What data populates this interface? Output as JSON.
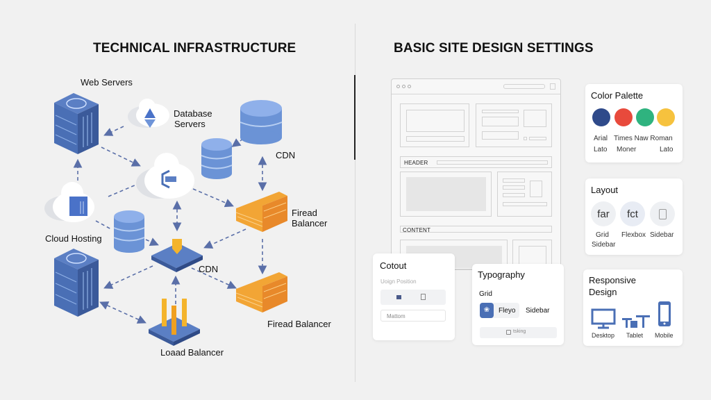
{
  "left": {
    "title": "TECHNICAL INFRASTRUCTURE",
    "nodes": {
      "web_servers": "Web Servers",
      "database_servers_1": "Database",
      "database_servers_2": "Servers",
      "cdn_top": "CDN",
      "cloud_hosting": "Cloud Hosting",
      "firewall_1_line1": "Firead",
      "firewall_1_line2": "Balancer",
      "cdn_center": "CDN",
      "firewall_2": "Firead Balancer",
      "load_balancer": "Loaad Balancer"
    },
    "colors": {
      "server_blue": "#4a6fb5",
      "db_blue": "#6b93d6",
      "firewall_orange": "#f0a030",
      "arrow": "#5a6fa8"
    }
  },
  "right": {
    "title": "BASIC SITE DESIGN SETTINGS",
    "wireframe": {
      "header_label": "HEADER",
      "content_label": "CONTENT"
    },
    "cotout": {
      "title": "Cotout",
      "subtitle": "Uoign Position",
      "input_value": "Mattom"
    },
    "typography": {
      "title": "Typography",
      "option_grid": "Grid",
      "option_flex": "Fleyo",
      "option_sidebar": "Sidebar",
      "checkbox_label": "tsking"
    },
    "color_palette": {
      "title": "Color Palette",
      "swatches": [
        "#2f4a8a",
        "#e84a3c",
        "#2fb37f",
        "#f6c23e"
      ],
      "fonts_row1": [
        "Arial",
        "Times Naw Roman"
      ],
      "fonts_row2": [
        "Lato",
        "Moner",
        "Lato"
      ]
    },
    "layout": {
      "title": "Layout",
      "items": [
        {
          "glyph": "far",
          "label1": "Grid",
          "label2": "Sidebar"
        },
        {
          "glyph": "fct",
          "label1": "Flexbox",
          "label2": ""
        },
        {
          "glyph": "",
          "label1": "Sidebar",
          "label2": ""
        }
      ]
    },
    "responsive": {
      "title_line1": "Responsive",
      "title_line2": "Design",
      "devices": [
        "Desktop",
        "Tablet",
        "Mobile"
      ]
    }
  }
}
